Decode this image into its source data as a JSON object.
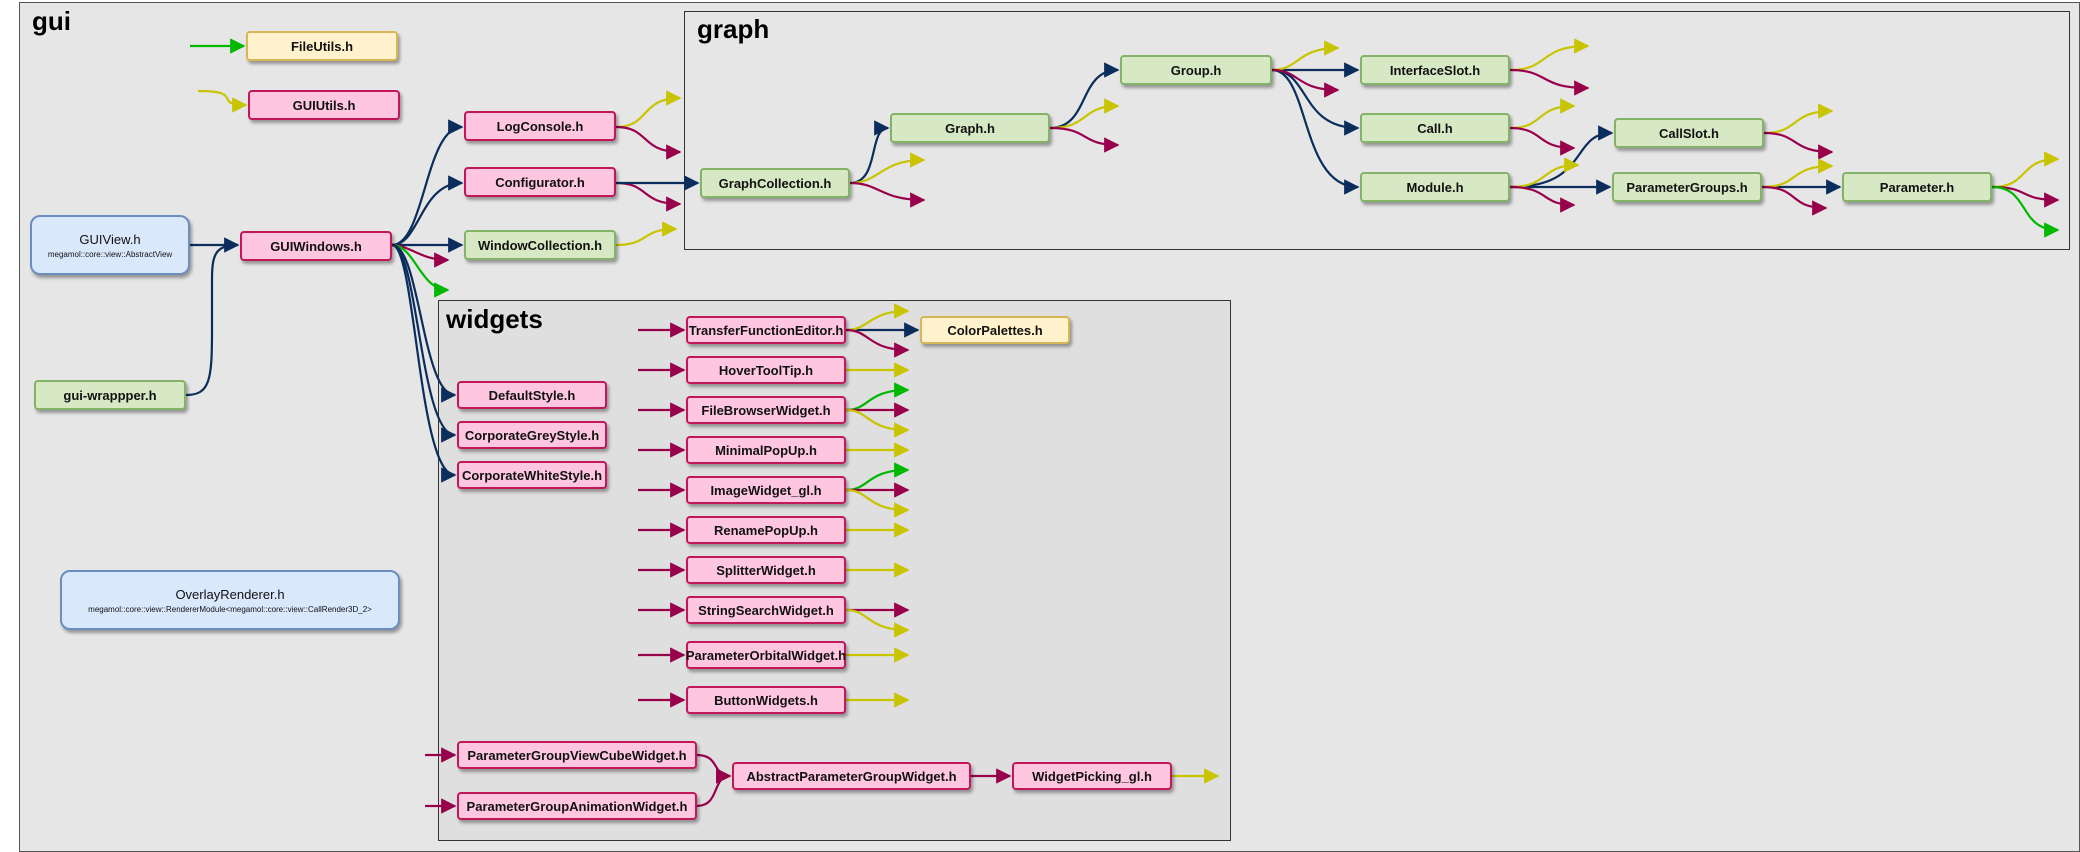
{
  "groups": {
    "gui": "gui",
    "graph": "graph",
    "widgets": "widgets"
  },
  "nodes": {
    "fileutils": "FileUtils.h",
    "guiutils": "GUIUtils.h",
    "logconsole": "LogConsole.h",
    "configurator": "Configurator.h",
    "windowcollection": "WindowCollection.h",
    "guiwindows": "GUIWindows.h",
    "guiview": "GUIView.h",
    "guiview_sub": "megamol::core::view::AbstractView",
    "guiwrapper": "gui-wrappper.h",
    "overlayrenderer": "OverlayRenderer.h",
    "overlayrenderer_sub": "megamol::core::view::RendererModule<megamol::core::view::CallRender3D_2>",
    "graphcollection": "GraphCollection.h",
    "graph": "Graph.h",
    "group": "Group.h",
    "interfaceslot": "InterfaceSlot.h",
    "call": "Call.h",
    "callslot": "CallSlot.h",
    "module": "Module.h",
    "parametergroups": "ParameterGroups.h",
    "parameter": "Parameter.h",
    "defaultstyle": "DefaultStyle.h",
    "corporategreystyle": "CorporateGreyStyle.h",
    "corporatewhitestyle": "CorporateWhiteStyle.h",
    "transferfunctioneditor": "TransferFunctionEditor.h",
    "colorpalettes": "ColorPalettes.h",
    "hovertooltip": "HoverToolTip.h",
    "filebrowserwidget": "FileBrowserWidget.h",
    "minimalpopup": "MinimalPopUp.h",
    "imagewidget": "ImageWidget_gl.h",
    "renamepopup": "RenamePopUp.h",
    "splitterwidget": "SplitterWidget.h",
    "stringsearchwidget": "StringSearchWidget.h",
    "parameterorbitalwidget": "ParameterOrbitalWidget.h",
    "buttonwidgets": "ButtonWidgets.h",
    "pgviewcube": "ParameterGroupViewCubeWidget.h",
    "pganimation": "ParameterGroupAnimationWidget.h",
    "abstractparametergroupwidget": "AbstractParameterGroupWidget.h",
    "widgetpicking": "WidgetPicking_gl.h"
  },
  "colors": {
    "background": "#e6e6e6",
    "widgets_background": "#dfdfdf",
    "edge_navy": "#0a2d5c",
    "edge_yellow": "#c9c400",
    "edge_magenta": "#99004c",
    "edge_green": "#00b800",
    "pink_fill": "#ffc7df",
    "pink_border": "#c2185b",
    "green_fill": "#d6e8c4",
    "green_border": "#82b366",
    "yellow_fill": "#fff2cc",
    "yellow_border": "#d6b656",
    "blue_fill": "#dae8fc",
    "blue_border": "#6c8ebf"
  }
}
